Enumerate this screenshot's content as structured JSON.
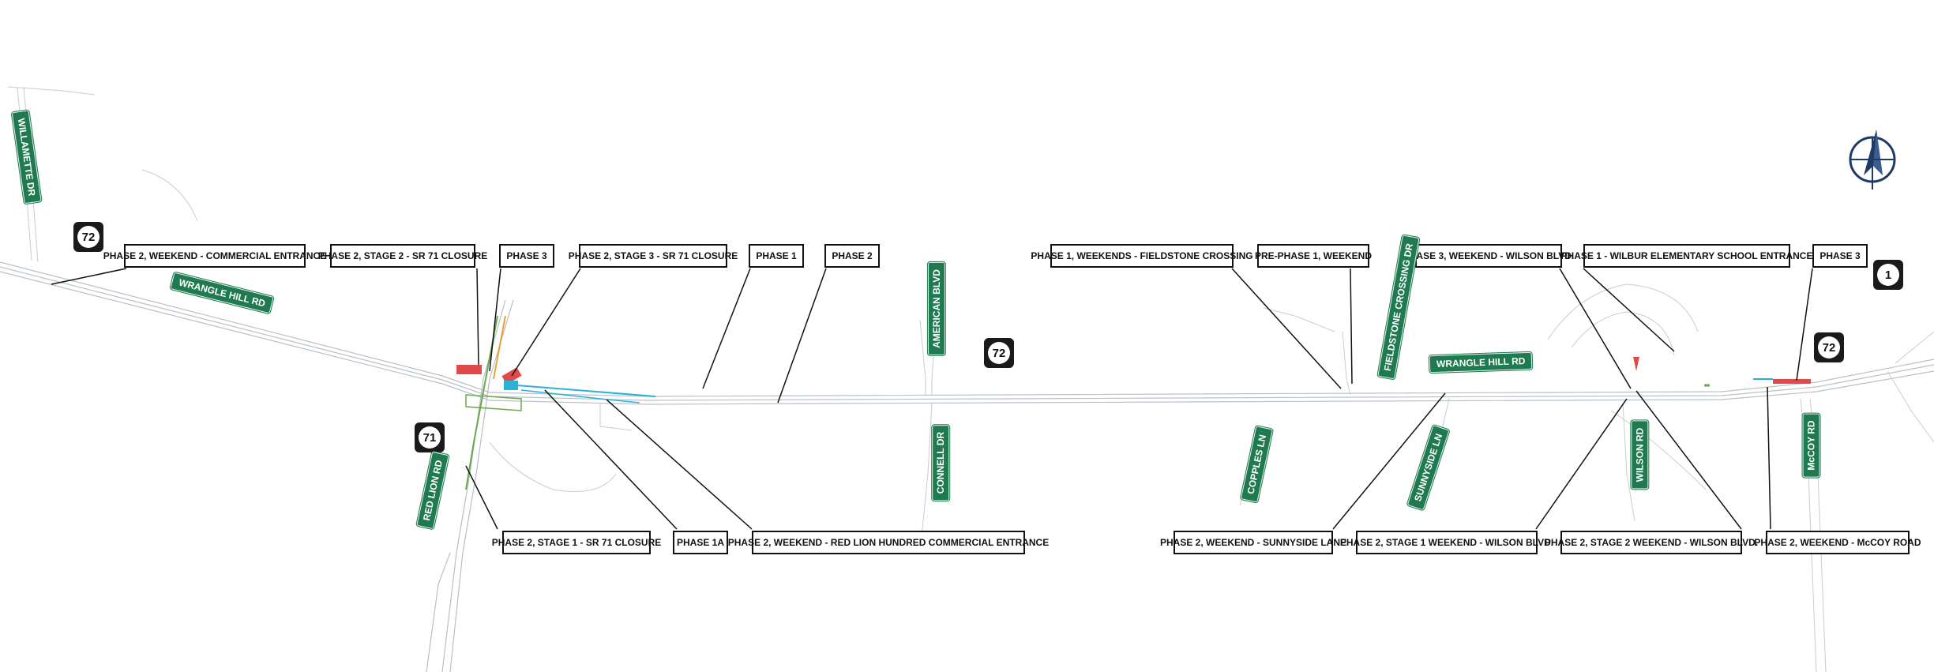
{
  "callouts": {
    "c1": "PHASE 2, WEEKEND - COMMERCIAL ENTRANCE",
    "c2": "PHASE 2, STAGE 2 - SR 71 CLOSURE",
    "c3": "PHASE 3",
    "c4": "PHASE 2, STAGE 3 - SR 71 CLOSURE",
    "c5": "PHASE 1",
    "c6": "PHASE 2",
    "c7": "PHASE 1, WEEKENDS - FIELDSTONE CROSSING",
    "c8": "PRE-PHASE 1, WEEKEND",
    "c9": "PHASE 3, WEEKEND - WILSON BLVD.",
    "c10": "PHASE 1 - WILBUR ELEMENTARY SCHOOL ENTRANCE",
    "c11": "PHASE 3",
    "c12": "PHASE 2, STAGE 1 - SR 71 CLOSURE",
    "c13": "PHASE 1A",
    "c14": "PHASE 2, WEEKEND - RED LION HUNDRED COMMERCIAL ENTRANCE",
    "c15": "PHASE 2, WEEKEND - SUNNYSIDE LANE",
    "c16": "PHASE 2, STAGE 1 WEEKEND - WILSON BLVD.",
    "c17": "PHASE 2, STAGE 2 WEEKEND - WILSON BLVD.",
    "c18": "PHASE 2, WEEKEND - McCOY ROAD"
  },
  "streets": {
    "willamette": "WILLAMETTE DR",
    "wrangle_hill_west": "WRANGLE HILL RD",
    "wrangle_hill_east": "WRANGLE HILL RD",
    "american": "AMERICAN BLVD",
    "connell": "CONNELL DR",
    "red_lion": "RED LION RD",
    "fieldstone": "FIELDSTONE CROSSING DR",
    "copples": "COPPLES LN",
    "sunnyside": "SUNNYSIDE LN",
    "wilson": "WILSON RD",
    "mccoy": "McCOY RD"
  },
  "shields": {
    "s72a": "72",
    "s72b": "72",
    "s72c": "72",
    "s71": "71",
    "s1": "1"
  },
  "colors": {
    "closure_red": "#e04a4a",
    "detour_cyan": "#2bb3d6",
    "route_green": "#6aa84f",
    "route_orange": "#e6a23c",
    "sign_green": "#1f7a4f",
    "north_arrow": "#1e3a66"
  },
  "icons": {
    "north_arrow": "north-arrow-icon"
  }
}
